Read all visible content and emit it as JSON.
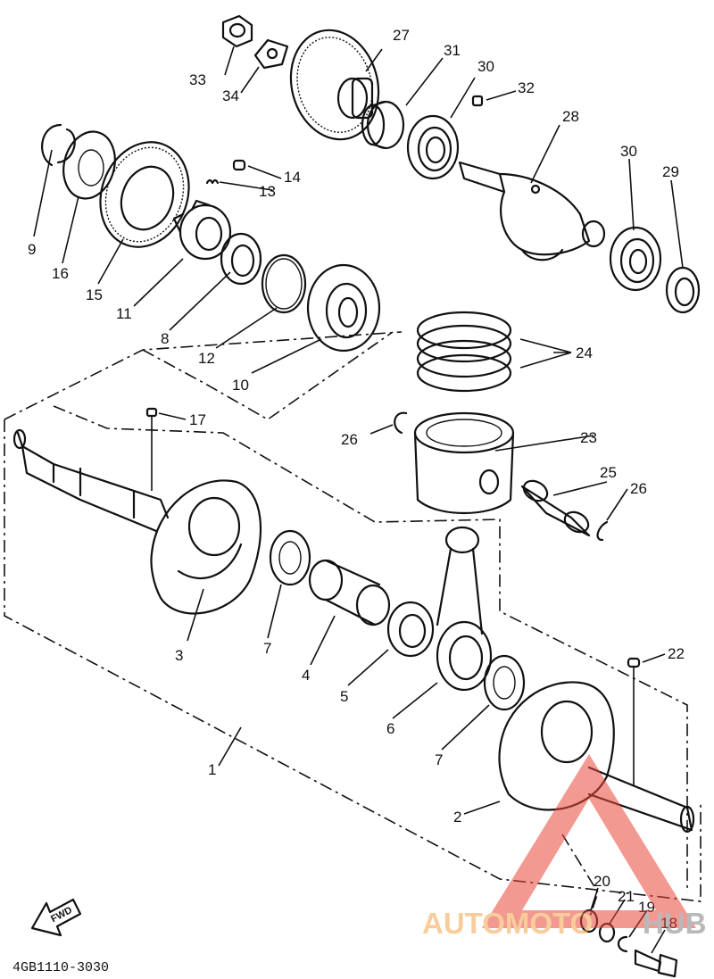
{
  "diagram": {
    "code": "4GB1110-3030",
    "fwd_label": "FWD",
    "callouts": {
      "c1": "1",
      "c2": "2",
      "c3": "3",
      "c4": "4",
      "c5": "5",
      "c6": "6",
      "c7a": "7",
      "c7b": "7",
      "c8": "8",
      "c9": "9",
      "c10": "10",
      "c11": "11",
      "c12": "12",
      "c13": "13",
      "c14": "14",
      "c15": "15",
      "c16": "16",
      "c17": "17",
      "c18": "18",
      "c19": "19",
      "c20": "20",
      "c21": "21",
      "c22": "22",
      "c23": "23",
      "c24": "24",
      "c25": "25",
      "c26a": "26",
      "c26b": "26",
      "c27": "27",
      "c28": "28",
      "c29": "29",
      "c30a": "30",
      "c30b": "30",
      "c31": "31",
      "c32": "32",
      "c33": "33",
      "c34": "34"
    }
  },
  "watermark": {
    "part1": "AUTOMOTO",
    "part2": "HUB",
    "color_red": "#e8473a",
    "color_orange": "#f3a64a"
  }
}
